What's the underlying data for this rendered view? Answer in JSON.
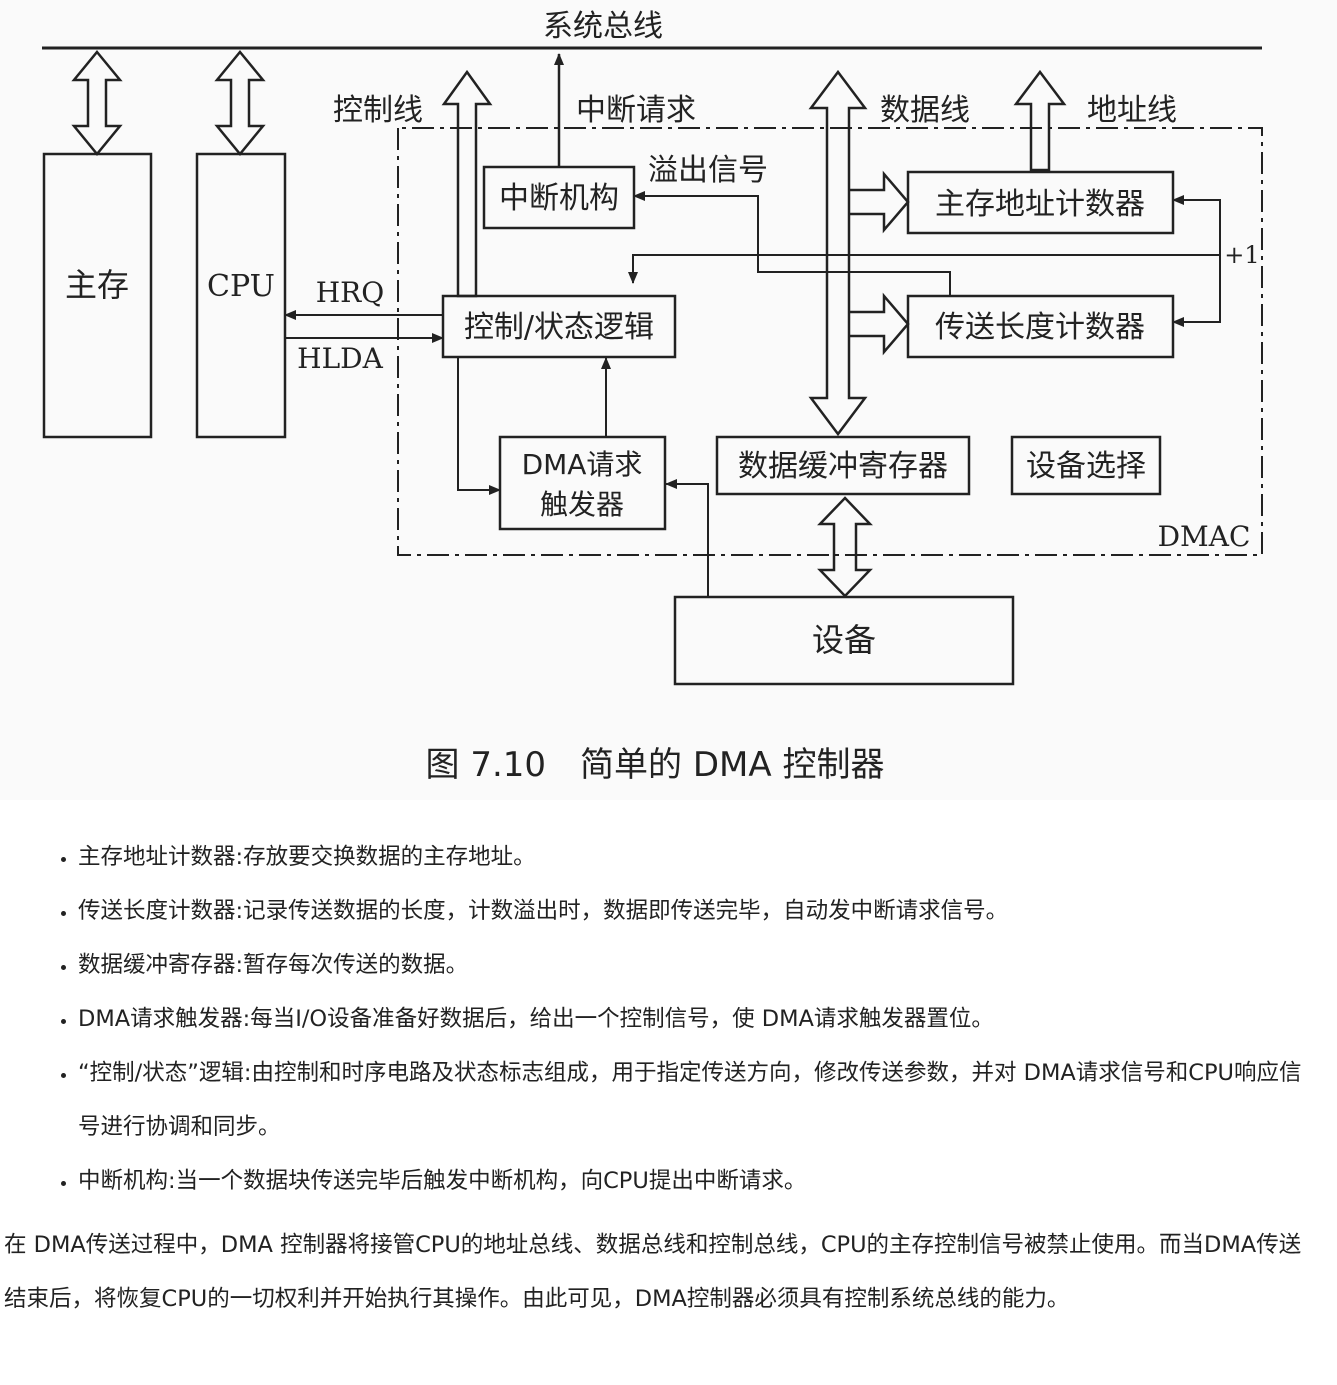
{
  "diagram": {
    "system_bus": "系统总线",
    "control_line": "控制线",
    "interrupt_request": "中断请求",
    "data_line": "数据线",
    "address_line": "地址线",
    "overflow_signal": "溢出信号",
    "plus_one": "+1",
    "hrq": "HRQ",
    "hlda": "HLDA",
    "dmac": "DMAC",
    "blocks": {
      "main_memory": "主存",
      "cpu": "CPU",
      "interrupt_unit": "中断机构",
      "address_counter": "主存地址计数器",
      "length_counter": "传送长度计数器",
      "control_logic": "控制/状态逻辑",
      "dma_trigger_line1": "DMA请求",
      "dma_trigger_line2": "触发器",
      "data_buffer": "数据缓冲寄存器",
      "device_select": "设备选择",
      "device": "设备"
    },
    "caption": "图 7.10　简单的 DMA 控制器"
  },
  "bullets": [
    "主存地址计数器:存放要交换数据的主存地址。",
    "传送长度计数器:记录传送数据的长度，计数溢出时，数据即传送完毕，自动发中断请求信号。",
    "数据缓冲寄存器:暂存每次传送的数据。",
    "DMA请求触发器:每当I/O设备准备好数据后，给出一个控制信号，使 DMA请求触发器置位。",
    "“控制/状态”逻辑:由控制和时序电路及状态标志组成，用于指定传送方向，修改传送参数，并对 DMA请求信号和CPU响应信号进行协调和同步。",
    "中断机构:当一个数据块传送完毕后触发中断机构，向CPU提出中断请求。"
  ],
  "paragraph": "在 DMA传送过程中，DMA 控制器将接管CPU的地址总线、数据总线和控制总线，CPU的主存控制信号被禁止使用。而当DMA传送结束后，将恢复CPU的一切权利并开始执行其操作。由此可见，DMA控制器必须具有控制系统总线的能力。"
}
